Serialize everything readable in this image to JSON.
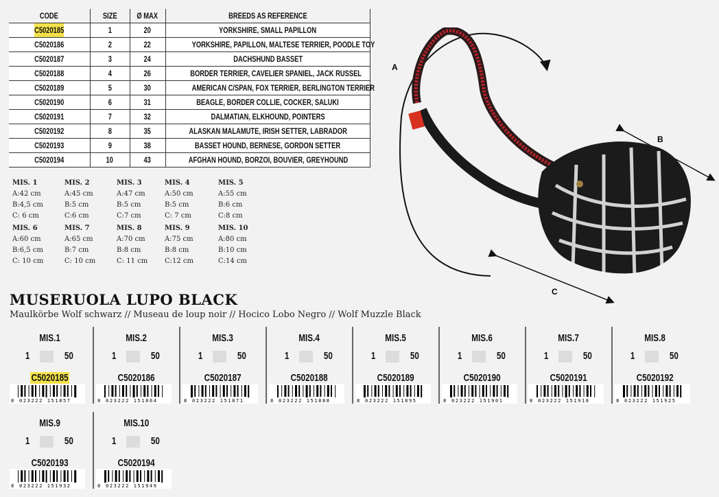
{
  "table": {
    "headers": [
      "CODE",
      "SIZE",
      "Ø MAX",
      "BREEDS AS REFERENCE"
    ],
    "rows": [
      [
        "C5020185",
        "1",
        "20",
        "YORKSHIRE, SMALL PAPILLON"
      ],
      [
        "C5020186",
        "2",
        "22",
        "YORKSHIRE, PAPILLON, MALTESE TERRIER, POODLE TOY"
      ],
      [
        "C5020187",
        "3",
        "24",
        "DACHSHUND BASSET"
      ],
      [
        "C5020188",
        "4",
        "26",
        "BORDER TERRIER, CAVELIER SPANIEL, JACK RUSSEL"
      ],
      [
        "C5020189",
        "5",
        "30",
        "AMERICAN C/SPAN, FOX TERRIER, BERLINGTON TERRIER"
      ],
      [
        "C5020190",
        "6",
        "31",
        "BEAGLE, BORDER COLLIE, COCKER, SALUKI"
      ],
      [
        "C5020191",
        "7",
        "32",
        "DALMATIAN, ELKHOUND, POINTERS"
      ],
      [
        "C5020192",
        "8",
        "35",
        "ALASKAN MALAMUTE, IRISH SETTER, LABRADOR"
      ],
      [
        "C5020193",
        "9",
        "38",
        "BASSET HOUND, BERNESE, GORDON SETTER"
      ],
      [
        "C5020194",
        "10",
        "43",
        "AFGHAN HOUND, BORZOI, BOUVIER, GREYHOUND"
      ]
    ]
  },
  "measures": [
    {
      "name": "MIS. 1",
      "a": "A:42 cm",
      "b": "B:4,5 cm",
      "c": "C: 6 cm"
    },
    {
      "name": "MIS. 2",
      "a": "A:45 cm",
      "b": "B:5 cm",
      "c": "C:6 cm"
    },
    {
      "name": "MIS. 3",
      "a": "A:47 cm",
      "b": "B:5 cm",
      "c": "C:7 cm"
    },
    {
      "name": "MIS. 4",
      "a": "A:50 cm",
      "b": "B:5 cm",
      "c": "C: 7 cm"
    },
    {
      "name": "MIS. 5",
      "a": "A:55 cm",
      "b": "B:6 cm",
      "c": "C:8 cm"
    },
    {
      "name": "MIS. 6",
      "a": "A:60 cm",
      "b": "B:6,5 cm",
      "c": "C: 10 cm"
    },
    {
      "name": "MIS. 7",
      "a": "A:65 cm",
      "b": "B:7 cm",
      "c": "C: 10 cm"
    },
    {
      "name": "MIS. 8",
      "a": "A:70 cm",
      "b": "B:8 cm",
      "c": "C: 11 cm"
    },
    {
      "name": "MIS. 9",
      "a": "A:75 cm",
      "b": "B:8 cm",
      "c": "C:12 cm"
    },
    {
      "name": "MIS. 10",
      "a": "A:80 cm",
      "b": "B:10 cm",
      "c": "C:14 cm"
    }
  ],
  "diagram": {
    "a": "A",
    "b": "B",
    "c": "C"
  },
  "title": "MUSERUOLA LUPO BLACK",
  "subtitle": "Maulkörbe Wolf schwarz // Museau de loup noir // Hocico Lobo Negro // Wolf Muzzle Black",
  "products": [
    {
      "label": "MIS.1",
      "min": "1",
      "max": "50",
      "code": "C5020185",
      "ean_first": "8",
      "ean": "023222 151857"
    },
    {
      "label": "MIS.2",
      "min": "1",
      "max": "50",
      "code": "C5020186",
      "ean_first": "8",
      "ean": "023222 151864"
    },
    {
      "label": "MIS.3",
      "min": "1",
      "max": "50",
      "code": "C5020187",
      "ean_first": "8",
      "ean": "023222 151871"
    },
    {
      "label": "MIS.4",
      "min": "1",
      "max": "50",
      "code": "C5020188",
      "ean_first": "8",
      "ean": "023222 151888"
    },
    {
      "label": "MIS.5",
      "min": "1",
      "max": "50",
      "code": "C5020189",
      "ean_first": "8",
      "ean": "023222 151895"
    },
    {
      "label": "MIS.6",
      "min": "1",
      "max": "50",
      "code": "C5020190",
      "ean_first": "8",
      "ean": "023222 151901"
    },
    {
      "label": "MIS.7",
      "min": "1",
      "max": "50",
      "code": "C5020191",
      "ean_first": "8",
      "ean": "023222 151918"
    },
    {
      "label": "MIS.8",
      "min": "1",
      "max": "50",
      "code": "C5020192",
      "ean_first": "8",
      "ean": "023222 151925"
    },
    {
      "label": "MIS.9",
      "min": "1",
      "max": "50",
      "code": "C5020193",
      "ean_first": "8",
      "ean": "023222 151932"
    },
    {
      "label": "MIS.10",
      "min": "1",
      "max": "50",
      "code": "C5020194",
      "ean_first": "8",
      "ean": "023222 151949"
    }
  ],
  "colors": {
    "highlight": "#f4e14a",
    "strap": "#b5222a"
  }
}
